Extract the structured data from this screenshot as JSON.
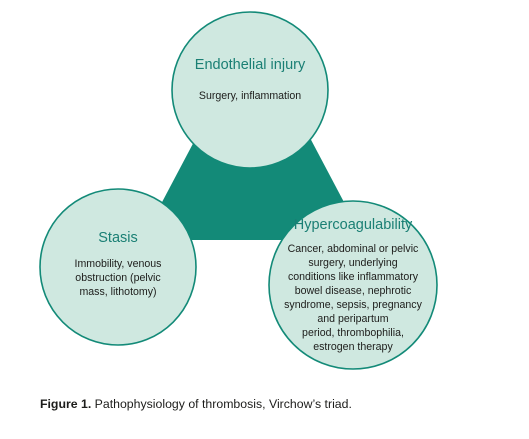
{
  "colors": {
    "triangle_fill": "#138a78",
    "circle_fill": "#cfe8e0",
    "circle_stroke": "#138a78",
    "title_text": "#1a7f74",
    "body_text": "#1d1d1b"
  },
  "nodes": {
    "endothelial": {
      "title": "Endothelial injury",
      "lines": [
        "Surgery, inflammation"
      ]
    },
    "stasis": {
      "title": "Stasis",
      "lines": [
        "Immobility, venous",
        "obstruction (pelvic",
        "mass, lithotomy)"
      ]
    },
    "hypercoagulability": {
      "title": "Hypercoagulability",
      "lines": [
        "Cancer, abdominal or pelvic",
        "surgery, underlying",
        "conditions like inflammatory",
        "bowel disease, nephrotic",
        "syndrome, sepsis, pregnancy",
        "and peripartum",
        "period, thrombophilia,",
        "estrogen therapy"
      ]
    }
  },
  "caption": {
    "label": "Figure 1.",
    "text": "Pathophysiology of thrombosis, Virchow’s triad."
  }
}
